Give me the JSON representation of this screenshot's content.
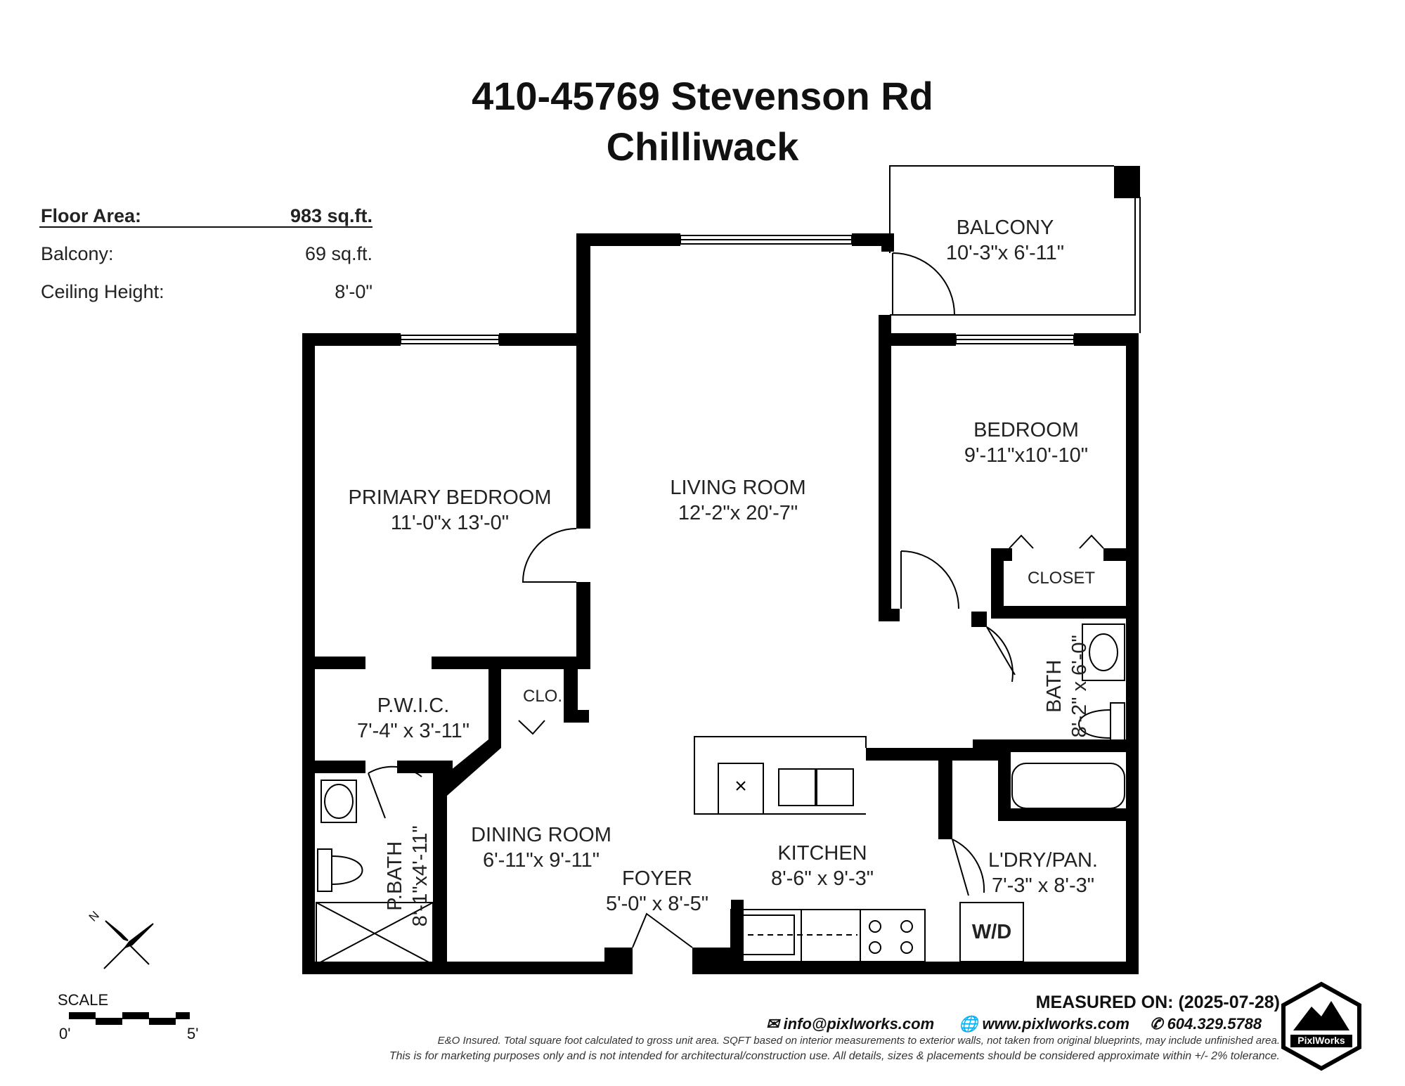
{
  "header": {
    "address": "410-45769 Stevenson Rd",
    "city": "Chilliwack"
  },
  "stats": {
    "floor_area_label": "Floor Area:",
    "floor_area_value": "983 sq.ft.",
    "balcony_label": "Balcony:",
    "balcony_value": "69 sq.ft.",
    "ceiling_label": "Ceiling Height:",
    "ceiling_value": "8'-0\""
  },
  "rooms": {
    "balcony": {
      "name": "BALCONY",
      "dims": "10'-3\"x 6'-11\""
    },
    "living": {
      "name": "LIVING ROOM",
      "dims": "12'-2\"x 20'-7\""
    },
    "primary": {
      "name": "PRIMARY BEDROOM",
      "dims": "11'-0\"x 13'-0\""
    },
    "bedroom": {
      "name": "BEDROOM",
      "dims": "9'-11\"x10'-10\""
    },
    "closet": {
      "name": "CLOSET"
    },
    "bath": {
      "name": "BATH",
      "dims": "8'-2\" x 6'-0\""
    },
    "pwic": {
      "name": "P.W.I.C.",
      "dims": "7'-4\" x 3'-11\""
    },
    "clo": {
      "name": "CLO."
    },
    "pbath": {
      "name": "P.BATH",
      "dims": "8'-1\"x4'-11\""
    },
    "dining": {
      "name": "DINING ROOM",
      "dims": "6'-11\"x 9'-11\""
    },
    "kitchen": {
      "name": "KITCHEN",
      "dims": "8'-6\" x 9'-3\""
    },
    "foyer": {
      "name": "FOYER",
      "dims": "5'-0\" x 8'-5\""
    },
    "laundry": {
      "name": "L'DRY/PAN.",
      "dims": "7'-3\" x 8'-3\""
    },
    "wd": {
      "name": "W/D"
    }
  },
  "compass": {
    "north": "N"
  },
  "scale": {
    "label": "SCALE",
    "start": "0'",
    "end": "5'"
  },
  "footer": {
    "measured": "MEASURED ON: (2025-07-28)",
    "email": "info@pixlworks.com",
    "website": "www.pixlworks.com",
    "phone": "604.329.5788",
    "disclaimer1": "E&O Insured.  Total square foot calculated to gross unit area. SQFT based on interior measurements to exterior walls, not taken from original blueprints, may include unfinished area.",
    "disclaimer2": "This is for marketing purposes only and is not intended for architectural/construction use.  All details, sizes & placements should be considered approximate within +/- 2%  tolerance.",
    "brand": "PixlWorks"
  },
  "colors": {
    "wall": "#000000",
    "text": "#222222",
    "background": "#ffffff"
  }
}
